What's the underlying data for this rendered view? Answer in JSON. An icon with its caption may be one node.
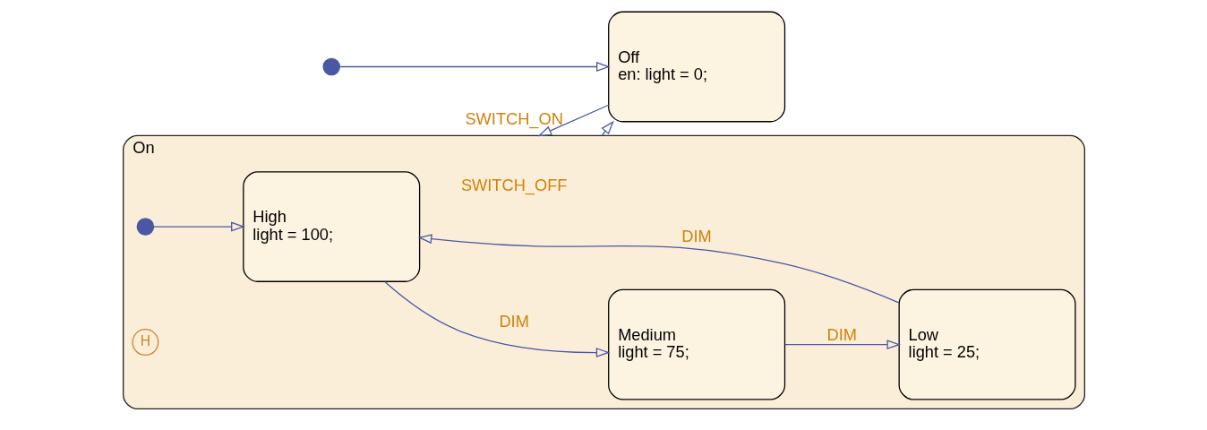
{
  "diagram": {
    "nodes": [
      {
        "text": [],
        "shape": "circle"
      },
      {
        "text": [
          "Off",
          "en: light = 0;"
        ]
      },
      {
        "text": [
          "On"
        ]
      },
      {
        "text": [],
        "shape": "circle",
        "in": 2
      },
      {
        "text": [
          "H"
        ],
        "in": 2
      },
      {
        "text": [
          "High",
          "light = 100;"
        ],
        "in": 2
      },
      {
        "text": [
          "Medium",
          "light = 75;"
        ],
        "in": 2
      },
      {
        "text": [
          "Low",
          "light = 25;"
        ],
        "in": 2
      }
    ],
    "edges": [
      {
        "from": 0,
        "to": 1,
        "arrow": "to"
      },
      {
        "from": 1,
        "to": 2,
        "arrow": "to",
        "label": "SWITCH_ON"
      },
      {
        "from": 2,
        "to": 1,
        "arrow": "to",
        "label": "SWITCH_OFF"
      },
      {
        "from": 3,
        "to": 5,
        "arrow": "to"
      },
      {
        "from": 5,
        "to": 6,
        "arrow": "to",
        "label": "DIM"
      },
      {
        "from": 6,
        "to": 7,
        "arrow": "to",
        "label": "DIM"
      },
      {
        "from": 7,
        "to": 5,
        "arrow": "to",
        "label": "DIM"
      }
    ]
  }
}
